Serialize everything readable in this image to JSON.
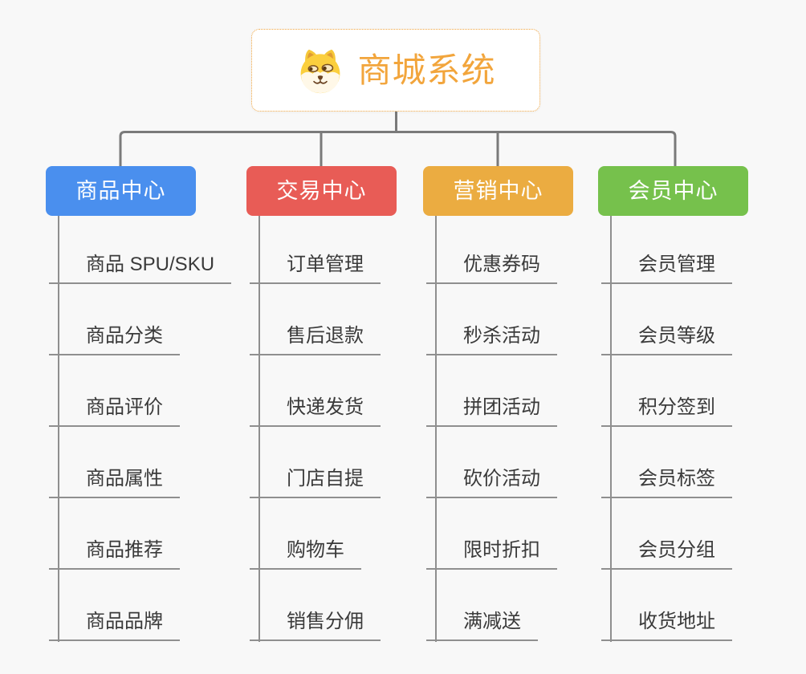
{
  "page": {
    "background": "#f8f8f8"
  },
  "root": {
    "title": "商城系统",
    "title_color": "#F2A53C",
    "border_color": "#F0A43F",
    "background": "#ffffff",
    "icon": "shiba-dog-face-icon"
  },
  "lines": {
    "tree_color": "#7a7a7a",
    "branch_trunk_color": "#8f8f8f",
    "child_underline_color": "#8f8f8f"
  },
  "child_text_color": "#3a3a3a",
  "branches": [
    {
      "label": "商品中心",
      "color": "#4A8FEE",
      "children": [
        "商品 SPU/SKU",
        "商品分类",
        "商品评价",
        "商品属性",
        "商品推荐",
        "商品品牌"
      ]
    },
    {
      "label": "交易中心",
      "color": "#E85C56",
      "children": [
        "订单管理",
        "售后退款",
        "快递发货",
        "门店自提",
        "购物车",
        "销售分佣"
      ]
    },
    {
      "label": "营销中心",
      "color": "#EBAC41",
      "children": [
        "优惠券码",
        "秒杀活动",
        "拼团活动",
        "砍价活动",
        "限时折扣",
        "满减送"
      ]
    },
    {
      "label": "会员中心",
      "color": "#76C14C",
      "children": [
        "会员管理",
        "会员等级",
        "积分签到",
        "会员标签",
        "会员分组",
        "收货地址"
      ]
    }
  ]
}
